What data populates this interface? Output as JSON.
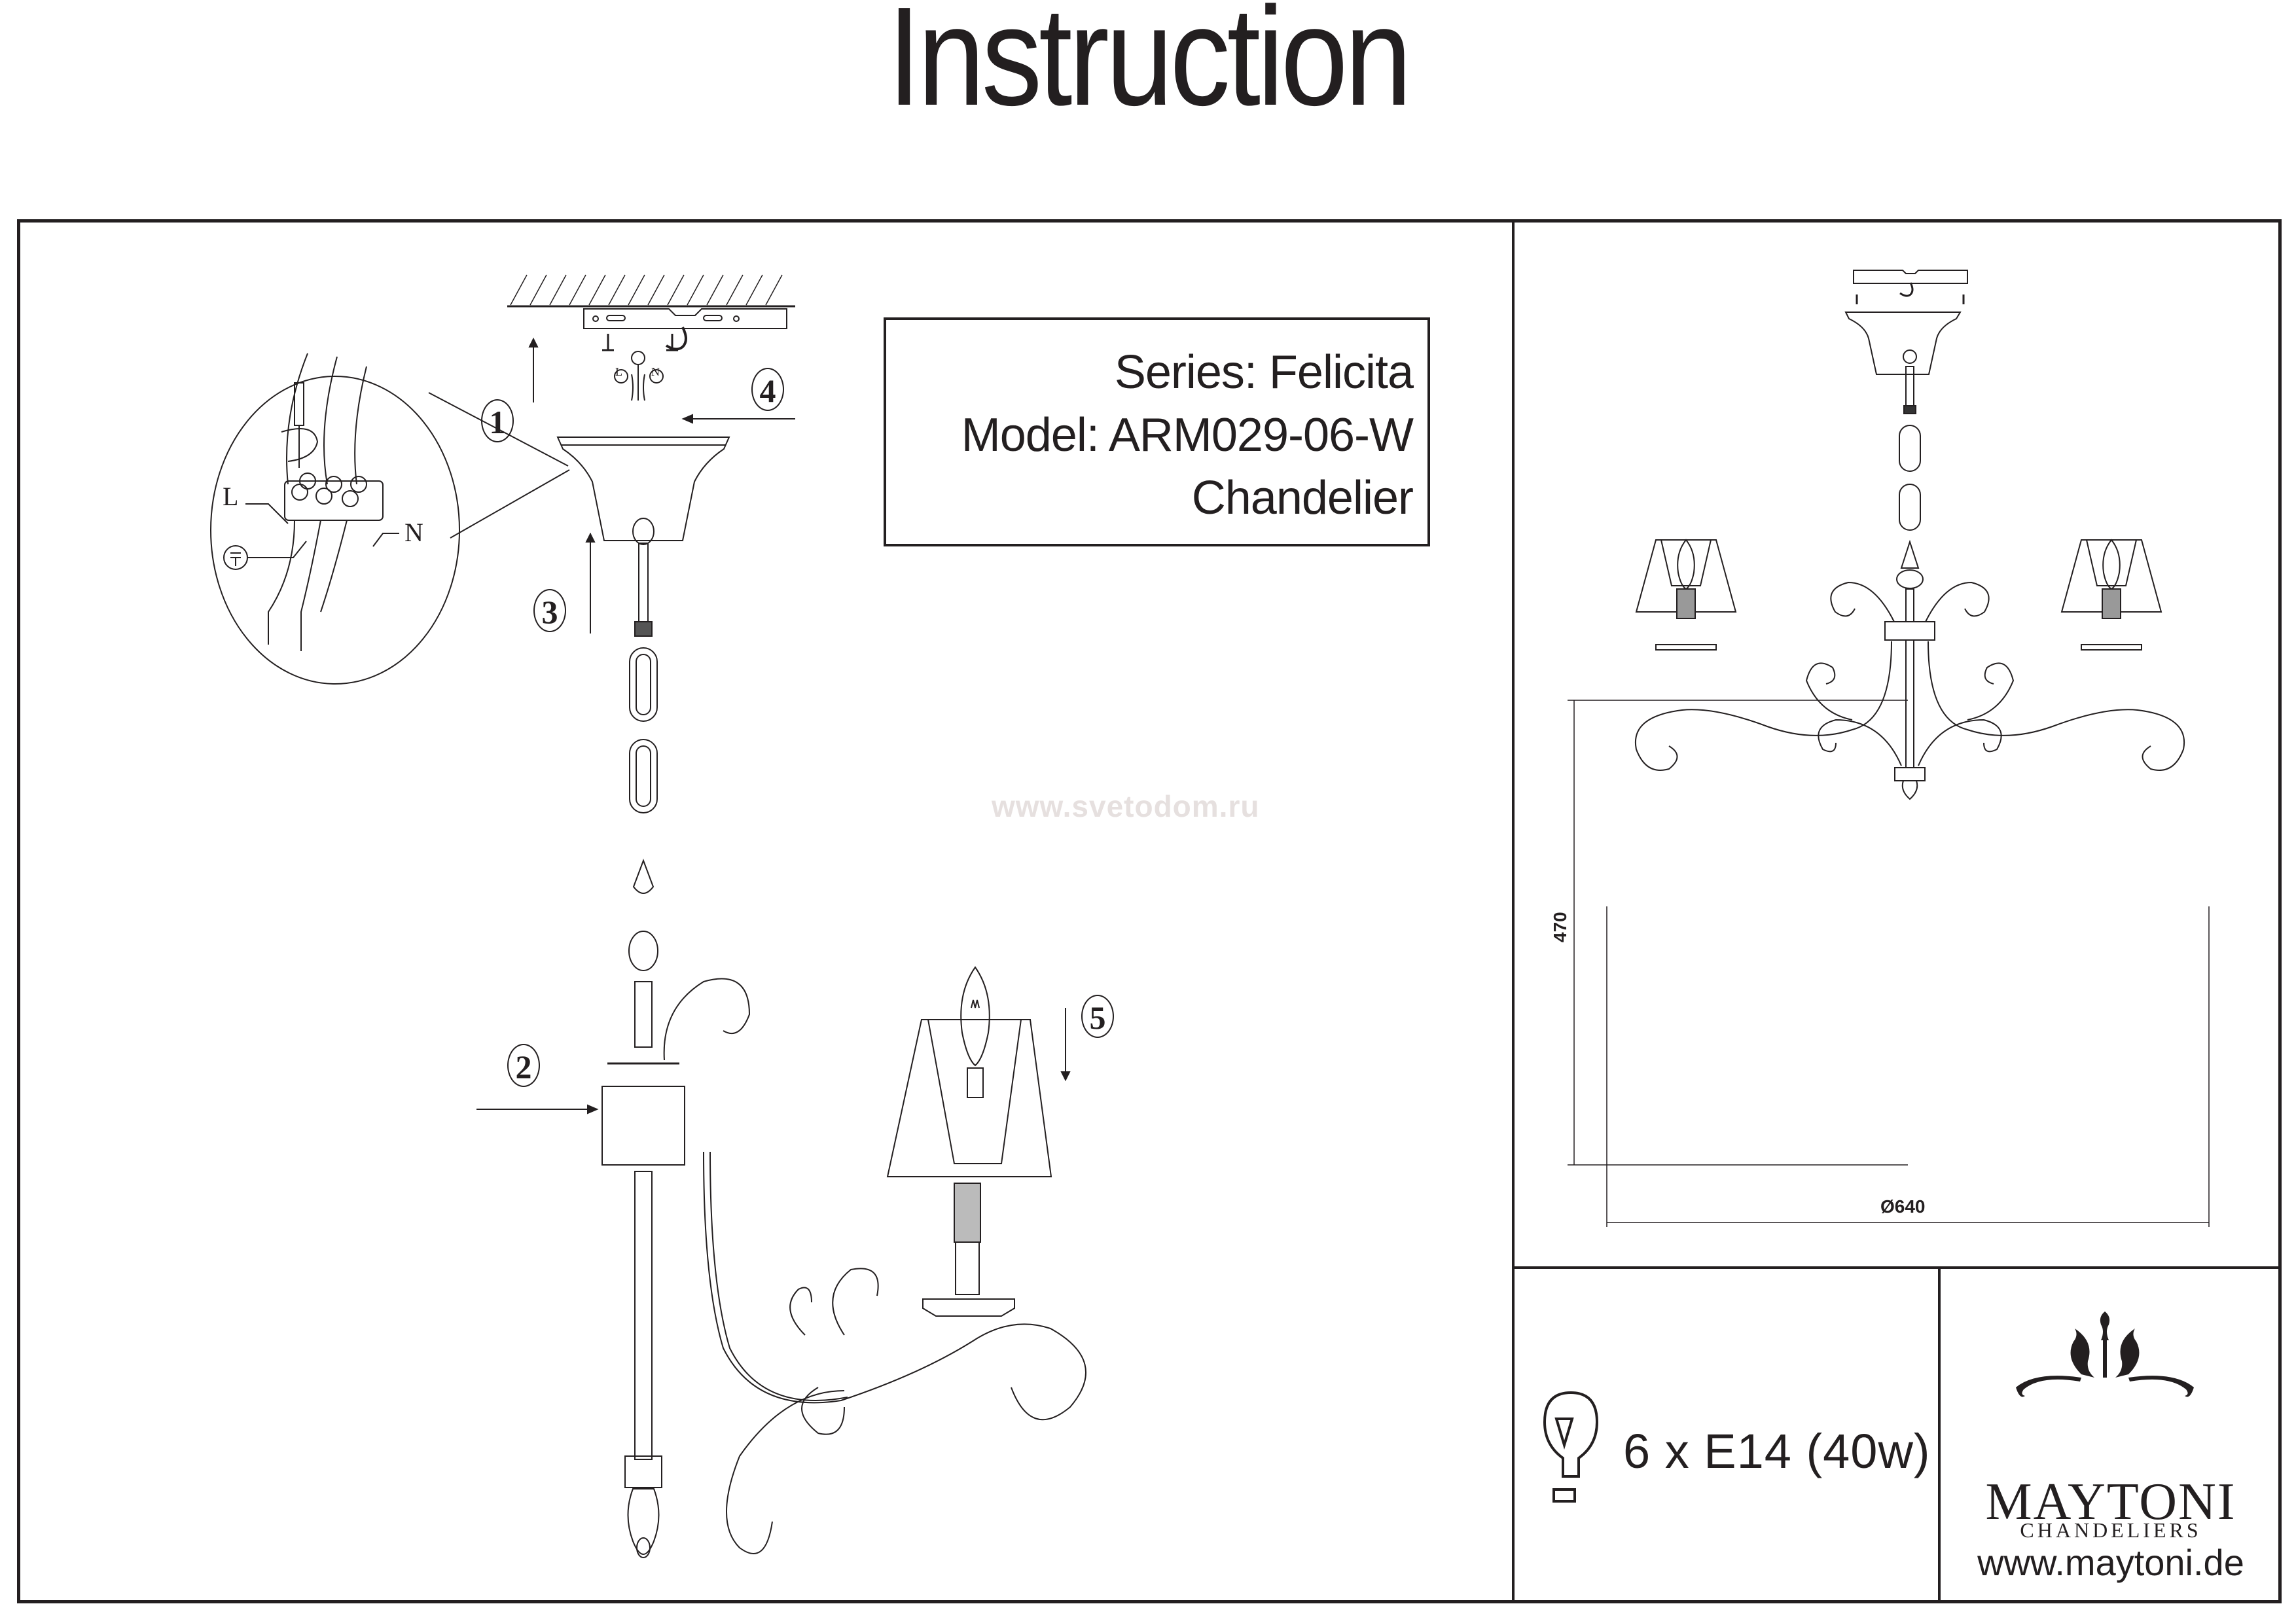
{
  "header": {
    "title": "Instruction"
  },
  "product": {
    "series": "Series: Felicita",
    "model": "Model: ARM029-06-W",
    "type": "Chandelier"
  },
  "watermark": "www.svetodom.ru",
  "assembly": {
    "steps": [
      "1",
      "2",
      "3",
      "4",
      "5"
    ],
    "wiring_labels": {
      "live": "L",
      "neutral": "N"
    },
    "icons": [
      "ceiling-plate-icon",
      "hook-icon",
      "screw-icon",
      "terminal-block-icon",
      "screwdriver-icon",
      "ground-symbol-icon",
      "chain-icon",
      "lampshade-icon",
      "candle-bulb-icon"
    ]
  },
  "dimensions": {
    "height": "470",
    "diameter": "Ø640"
  },
  "bulb_spec": {
    "icon": "light-bulb-icon",
    "text": "6 x E14 (40w)"
  },
  "brand": {
    "name": "MAYTONI",
    "subtitle": "CHANDELIERS",
    "website": "www.maytoni.de"
  }
}
